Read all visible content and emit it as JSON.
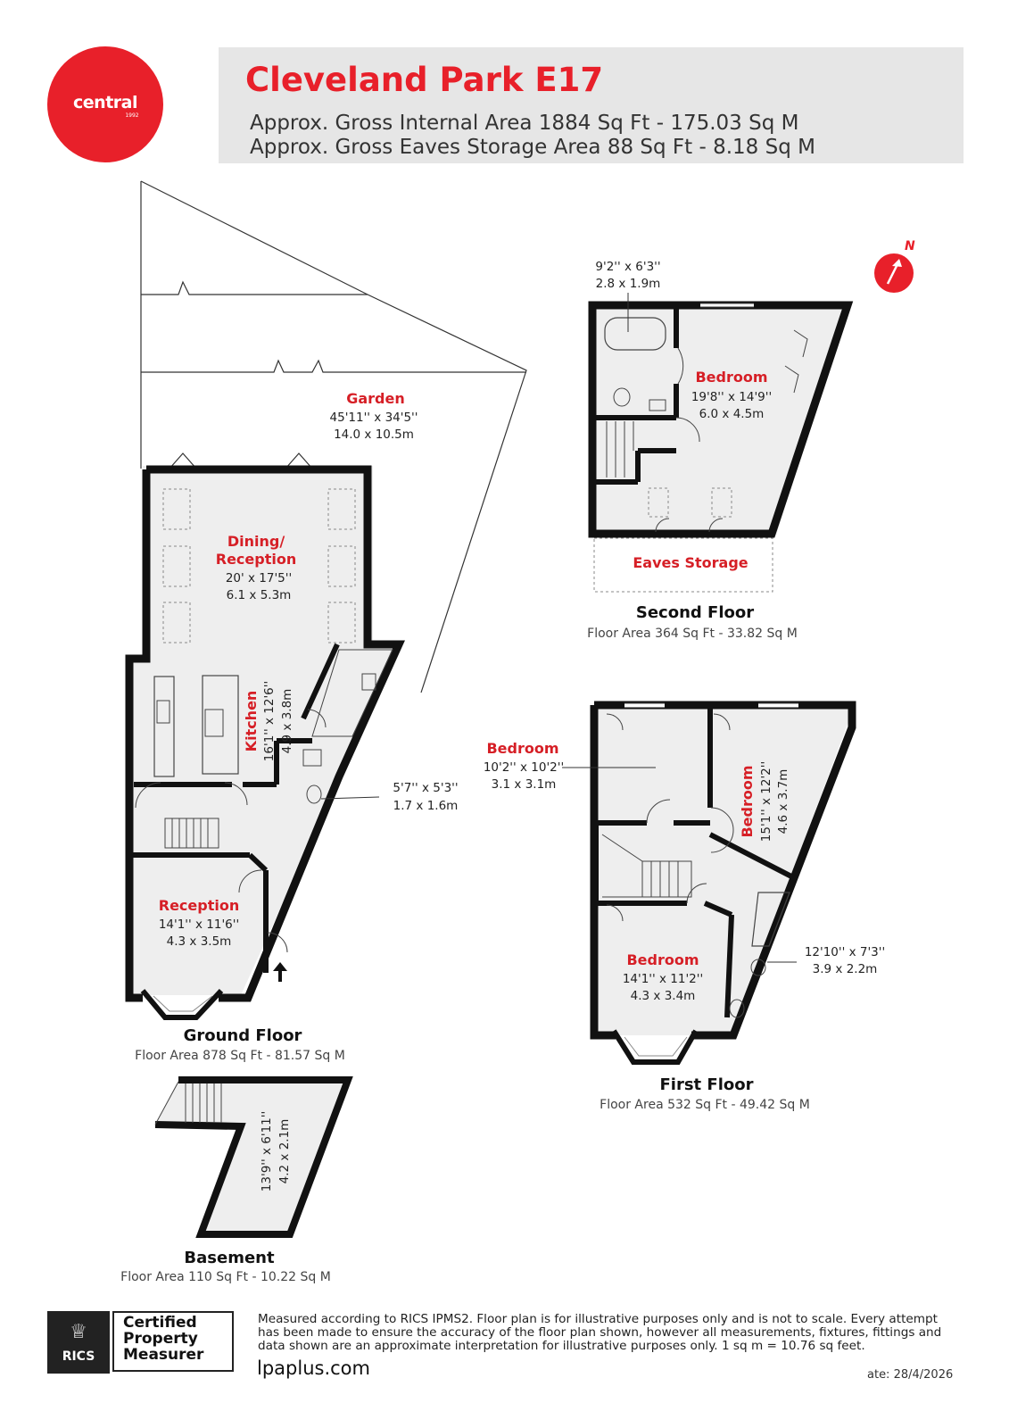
{
  "header": {
    "title": "Cleveland Park E17",
    "area_line1": "Approx. Gross Internal Area 1884 Sq Ft - 175.03 Sq M",
    "area_line2": "Approx. Gross Eaves Storage Area 88 Sq Ft - 8.18 Sq M"
  },
  "logo": {
    "text": "central",
    "year": "1992"
  },
  "compass": {
    "label": "N"
  },
  "colors": {
    "accent": "#e8202a",
    "wall": "#111111",
    "floor": "#eeeeee"
  },
  "floors": {
    "ground": {
      "title": "Ground Floor",
      "area": "Floor Area 878 Sq Ft - 81.57 Sq M",
      "rooms": {
        "garden": {
          "name": "Garden",
          "dim_imperial": "45'11'' x 34'5''",
          "dim_metric": "14.0 x 10.5m"
        },
        "dining": {
          "name_line1": "Dining/",
          "name_line2": "Reception",
          "dim_imperial": "20' x 17'5''",
          "dim_metric": "6.1 x 5.3m"
        },
        "kitchen": {
          "name": "Kitchen",
          "dim_imperial": "16'1'' x 12'6''",
          "dim_metric": "4.9 x 3.8m"
        },
        "shower": {
          "dim_imperial": "5'7'' x 5'3''",
          "dim_metric": "1.7 x 1.6m"
        },
        "reception": {
          "name": "Reception",
          "dim_imperial": "14'1'' x 11'6''",
          "dim_metric": "4.3 x 3.5m"
        }
      }
    },
    "basement": {
      "title": "Basement",
      "area": "Floor Area 110 Sq Ft - 10.22 Sq M",
      "rooms": {
        "cellar": {
          "dim_imperial": "13'9'' x 6'11''",
          "dim_metric": "4.2 x 2.1m"
        }
      }
    },
    "second": {
      "title": "Second Floor",
      "area": "Floor Area 364 Sq Ft - 33.82 Sq M",
      "rooms": {
        "bathroom": {
          "dim_imperial": "9'2'' x 6'3''",
          "dim_metric": "2.8 x 1.9m"
        },
        "bedroom": {
          "name": "Bedroom",
          "dim_imperial": "19'8'' x 14'9''",
          "dim_metric": "6.0 x 4.5m"
        },
        "eaves": {
          "name": "Eaves Storage"
        }
      }
    },
    "first": {
      "title": "First Floor",
      "area": "Floor Area 532 Sq Ft - 49.42 Sq M",
      "rooms": {
        "bedroom_rear": {
          "name": "Bedroom",
          "dim_imperial": "10'2'' x 10'2''",
          "dim_metric": "3.1 x 3.1m"
        },
        "bedroom_side": {
          "name": "Bedroom",
          "dim_imperial": "15'1'' x 12'2''",
          "dim_metric": "4.6 x 3.7m"
        },
        "bedroom_front": {
          "name": "Bedroom",
          "dim_imperial": "14'1'' x 11'2''",
          "dim_metric": "4.3 x 3.4m"
        },
        "bathroom": {
          "dim_imperial": "12'10'' x 7'3''",
          "dim_metric": "3.9 x 2.2m"
        }
      }
    }
  },
  "footer": {
    "rics": "RICS",
    "cert_line1": "Certified",
    "cert_line2": "Property",
    "cert_line3": "Measurer",
    "disclaimer": "Measured according to RICS IPMS2. Floor plan is for illustrative purposes only and is not to scale. Every attempt has been made to ensure the accuracy of the floor plan shown, however all measurements, fixtures, fittings and data shown are an approximate interpretation for illustrative purposes only. 1 sq m = 10.76 sq feet.",
    "website": "lpaplus.com",
    "date": "ate: 28/4/2026"
  }
}
